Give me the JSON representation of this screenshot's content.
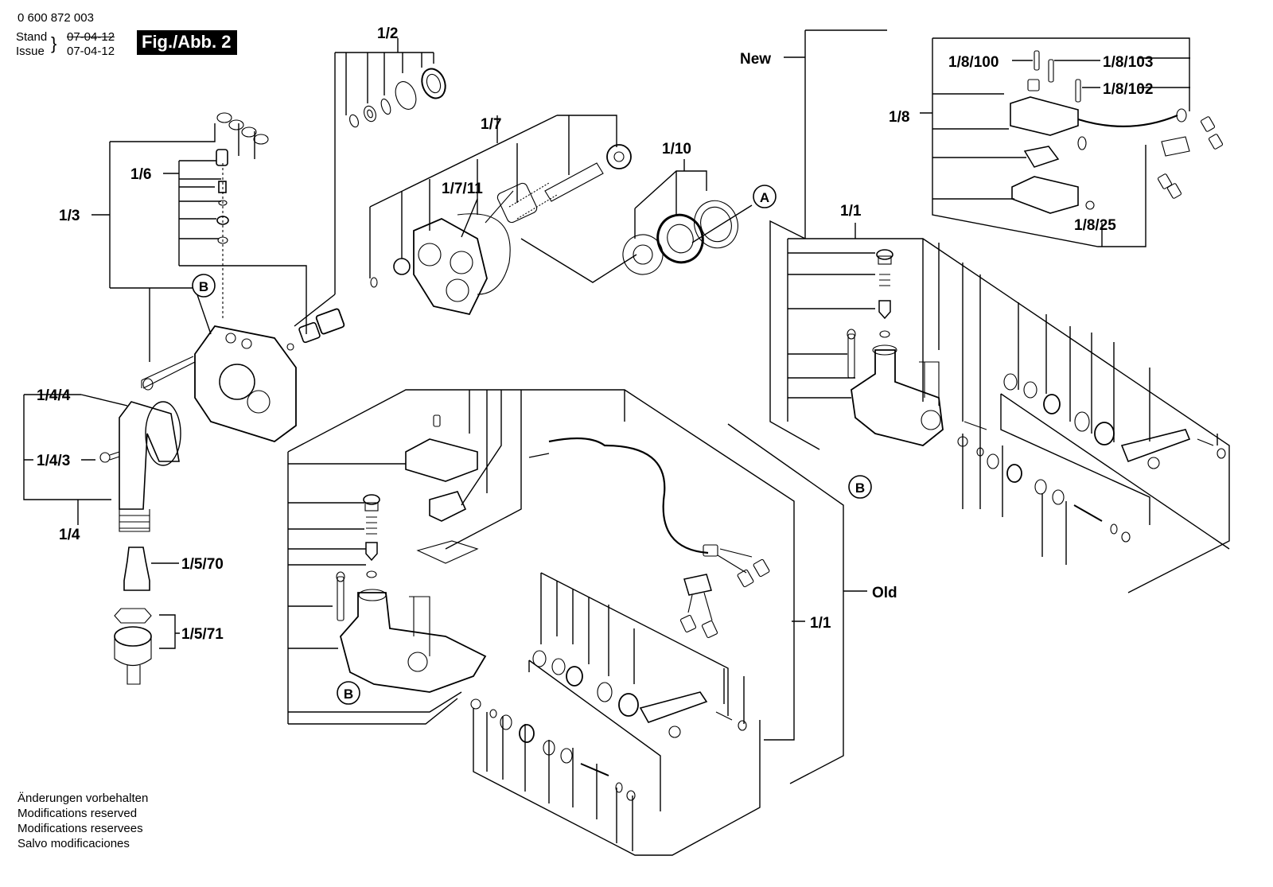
{
  "header": {
    "part_number": "0 600 872 003",
    "stand_label": "Stand",
    "issue_label": "Issue",
    "stand_date": "07-04-12",
    "issue_date": "07-04-12",
    "figure_tag": "Fig./Abb. 2"
  },
  "notes": [
    "Änderungen vorbehalten",
    "Modifications reserved",
    "Modifications reservees",
    "Salvo modificaciones"
  ],
  "labels": {
    "p_1_2": "1/2",
    "p_1_3": "1/3",
    "p_1_6": "1/6",
    "p_1_7": "1/7",
    "p_1_7_11": "1/7/11",
    "p_1_10": "1/10",
    "p_1_4_4": "1/4/4",
    "p_1_4_3": "1/4/3",
    "p_1_4": "1/4",
    "p_1_5_70": "1/5/70",
    "p_1_5_71": "1/5/71",
    "p_1_8": "1/8",
    "p_1_8_100": "1/8/100",
    "p_1_8_103": "1/8/103",
    "p_1_8_102": "1/8/102",
    "p_1_8_25": "1/8/25",
    "p_1_1_new": "1/1",
    "p_1_1_old": "1/1",
    "new": "New",
    "old": "Old"
  },
  "callouts": {
    "a": "A",
    "b1": "B",
    "b2": "B",
    "b3": "B"
  }
}
